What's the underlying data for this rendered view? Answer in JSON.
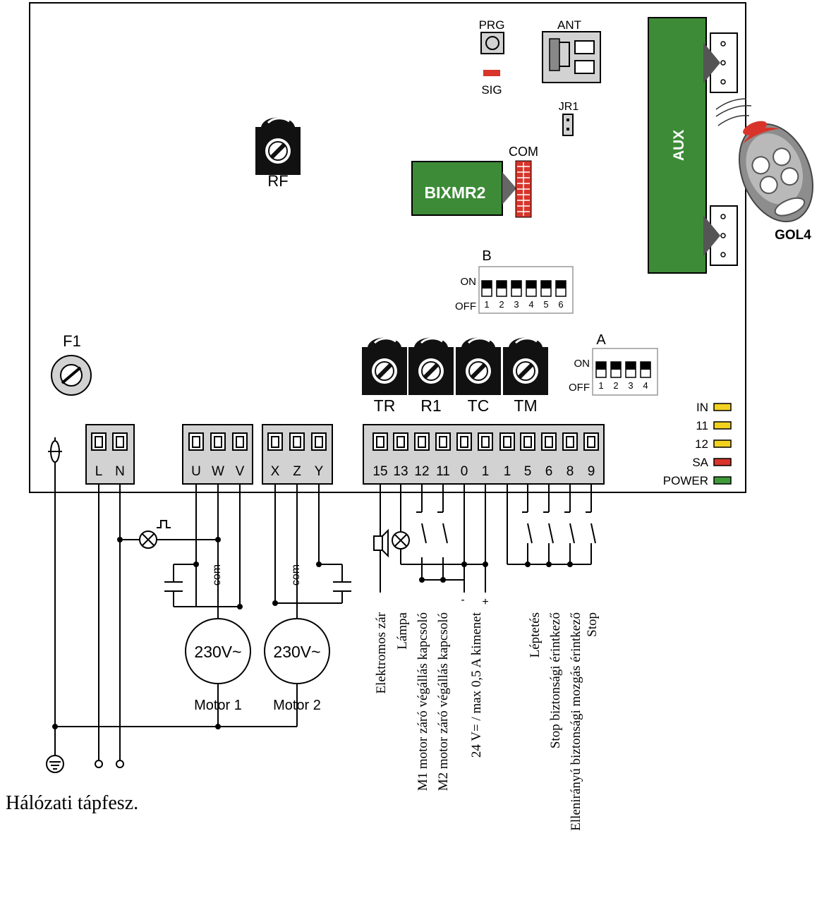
{
  "board": {
    "prg": "PRG",
    "ant": "ANT",
    "sig": "SIG",
    "jr1": "JR1",
    "rf": "RF",
    "com": "COM",
    "bixmr2": "BIXMR2",
    "aux": "AUX",
    "gol4": "GOL4",
    "f1": "F1",
    "trimmers": [
      "TR",
      "R1",
      "TC",
      "TM"
    ],
    "dip_b": {
      "title": "B",
      "on": "ON",
      "off": "OFF",
      "nums": [
        "1",
        "2",
        "3",
        "4",
        "5",
        "6"
      ]
    },
    "dip_a": {
      "title": "A",
      "on": "ON",
      "off": "OFF",
      "nums": [
        "1",
        "2",
        "3",
        "4"
      ]
    }
  },
  "leds": [
    {
      "label": "IN",
      "color": "#f2d21e"
    },
    {
      "label": "11",
      "color": "#f2d21e"
    },
    {
      "label": "12",
      "color": "#f2d21e"
    },
    {
      "label": "SA",
      "color": "#d8342a"
    },
    {
      "label": "POWER",
      "color": "#3f9a3a"
    }
  ],
  "terminals": {
    "power": [
      "L",
      "N"
    ],
    "motor1": [
      "U",
      "W",
      "V"
    ],
    "motor2": [
      "X",
      "Z",
      "Y"
    ],
    "io": [
      "15",
      "13",
      "12",
      "11",
      "0",
      "1",
      "1",
      "5",
      "6",
      "8",
      "9"
    ]
  },
  "motors": {
    "rating": "230V~",
    "motor1": "Motor 1",
    "motor2": "Motor 2",
    "com": "com"
  },
  "polarity": {
    "minus": "-",
    "plus": "+"
  },
  "mains_label": "Hálózati tápfesz.",
  "io_labels": [
    "Elektromos zár",
    "Lámpa",
    "M1 motor záró végállás kapcsoló",
    "M2 motor záró végállás kapcsoló",
    "24 V= / max 0,5 A kimenet",
    "Léptetés",
    "Stop biztonsági érintkező",
    "Ellenirányú biztonsági mozgás érintkező",
    "Stop"
  ],
  "colors": {
    "module_green": "#3d8b37",
    "com_red": "#d8342a",
    "knob_black": "#111111",
    "terminal_gray": "#d2d2d2",
    "line": "#000000"
  }
}
